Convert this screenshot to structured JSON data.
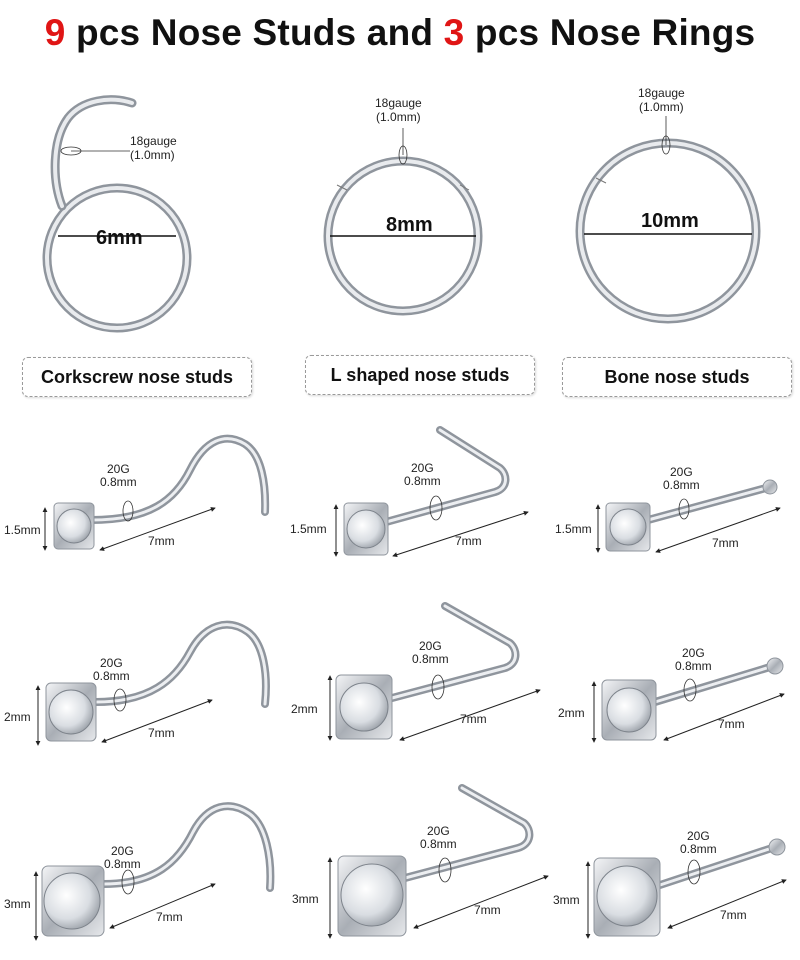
{
  "title": {
    "stud_count": "9",
    "part1": " pcs Nose Studs and ",
    "ring_count": "3",
    "part2": " pcs Nose Rings"
  },
  "colors": {
    "accent_red": "#e01515",
    "metal": "#c8ccd2",
    "text": "#111111"
  },
  "rings": [
    {
      "diameter": "6mm",
      "gauge": "18gauge",
      "gauge_mm": "(1.0mm)"
    },
    {
      "diameter": "8mm",
      "gauge": "18gauge",
      "gauge_mm": "(1.0mm)"
    },
    {
      "diameter": "10mm",
      "gauge": "18gauge",
      "gauge_mm": "(1.0mm)"
    }
  ],
  "categories": [
    "Corkscrew nose studs",
    "L shaped nose studs",
    "Bone nose studs"
  ],
  "studs": {
    "gauge": "20G",
    "gauge_mm": "0.8mm",
    "length": "7mm",
    "sizes": [
      "1.5mm",
      "2mm",
      "3mm"
    ]
  }
}
